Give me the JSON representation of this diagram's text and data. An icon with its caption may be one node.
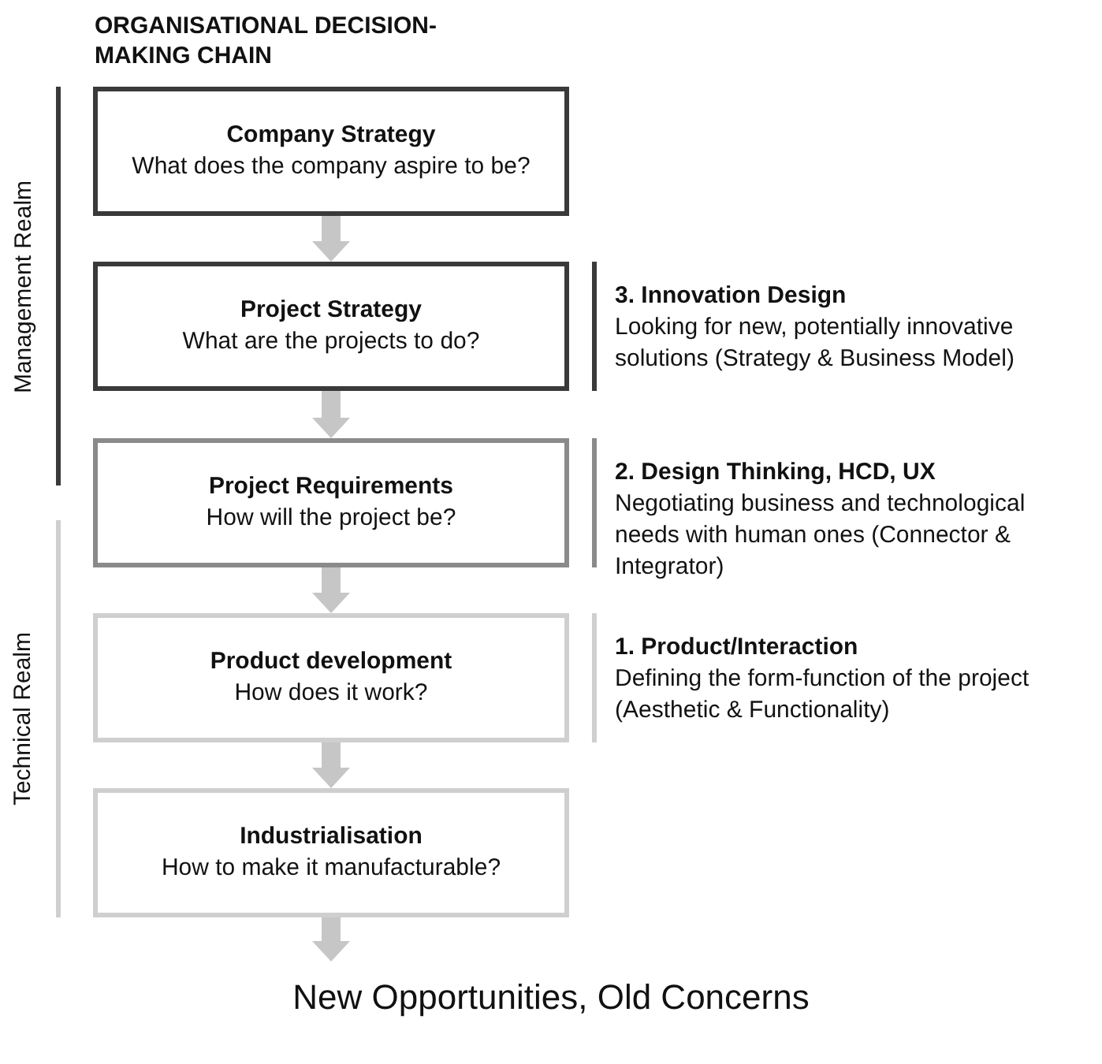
{
  "diagram": {
    "title": "ORGANISATIONAL DECISION-MAKING CHAIN",
    "caption": "New Opportunities, Old Concerns",
    "nodes": [
      {
        "text": [
          "Company Strategy",
          "What does the company aspire to be?"
        ]
      },
      {
        "text": [
          "Project Strategy",
          "What are the projects to do?"
        ],
        "beside": [
          "3. Innovation Design",
          "Looking for new, potentially innovative solutions (Strategy & Business Model)"
        ]
      },
      {
        "text": [
          "Project Requirements",
          "How will the project be?"
        ],
        "beside": [
          "2. Design Thinking, HCD, UX",
          "Negotiating business and technological needs with human ones (Connector & Integrator)"
        ]
      },
      {
        "text": [
          "Product development",
          "How does it work?"
        ],
        "beside": [
          "1. Product/Interaction",
          "Defining the form-function of the project (Aesthetic & Functionality)"
        ]
      },
      {
        "text": [
          "Industrialisation",
          "How to make it manufacturable?"
        ]
      }
    ],
    "edges": [
      {
        "from": 0,
        "to": 1,
        "arrow": "to"
      },
      {
        "from": 1,
        "to": 2,
        "arrow": "to"
      },
      {
        "from": 2,
        "to": 3,
        "arrow": "to"
      },
      {
        "from": 3,
        "to": 4,
        "arrow": "to"
      },
      {
        "from": 4,
        "to": null,
        "arrow": "to"
      }
    ],
    "labels": [
      "Management Realm",
      "Technical Realm"
    ]
  }
}
